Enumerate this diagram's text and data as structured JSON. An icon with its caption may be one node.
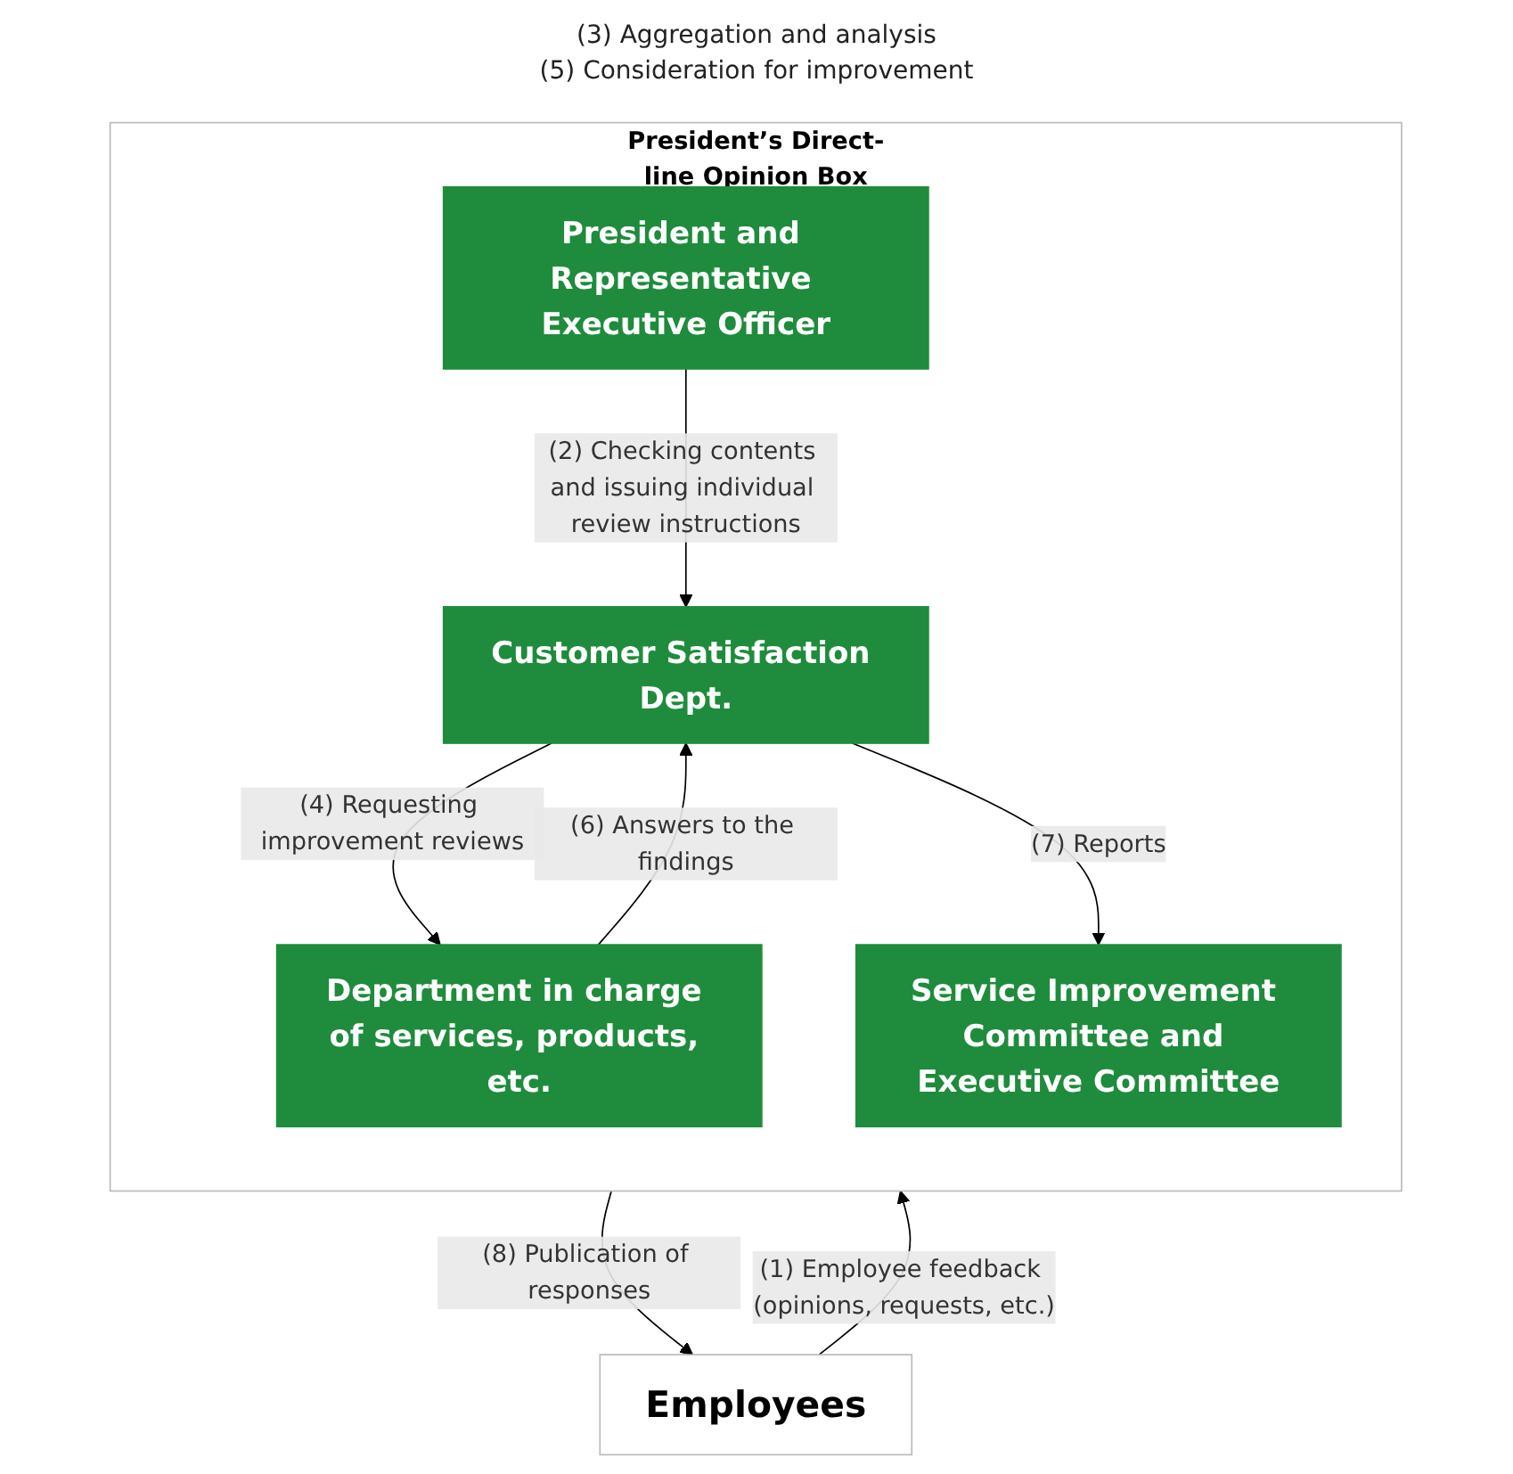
{
  "diagram": {
    "nodes": [
      {
        "text": [
          "Employees"
        ]
      },
      {
        "text": [
          "President’s Direct-line Opinion Box"
        ]
      },
      {
        "text": [
          "President and Representative Executive Officer"
        ],
        "in": 1
      },
      {
        "text": [
          "Customer Satisfaction Dept."
        ],
        "in": 1
      },
      {
        "text": [
          "Department in charge of services, products, etc."
        ],
        "in": 1
      },
      {
        "text": [
          "Service Improvement Committee and Executive Committee"
        ],
        "in": 1
      }
    ],
    "edges": [
      {
        "from": 0,
        "to": 1,
        "arrow": "to",
        "label": "(1) Employee feedback (opinions, requests, etc.)"
      },
      {
        "from": 1,
        "to": 0,
        "arrow": "to",
        "label": "(8) Publication of responses"
      },
      {
        "from": 2,
        "to": 3,
        "arrow": "to",
        "label": "(2) Checking contents and issuing individual review instructions"
      },
      {
        "from": 3,
        "to": 4,
        "arrow": "to",
        "label": "(4) Requesting improvement reviews"
      },
      {
        "from": 4,
        "to": 3,
        "arrow": "to",
        "label": "(6) Answers to the findings"
      },
      {
        "from": 3,
        "to": 5,
        "arrow": "to",
        "label": "(7) Reports"
      }
    ],
    "labels": [
      "(3) Aggregation and analysis",
      "(5) Consideration for improvement"
    ]
  }
}
